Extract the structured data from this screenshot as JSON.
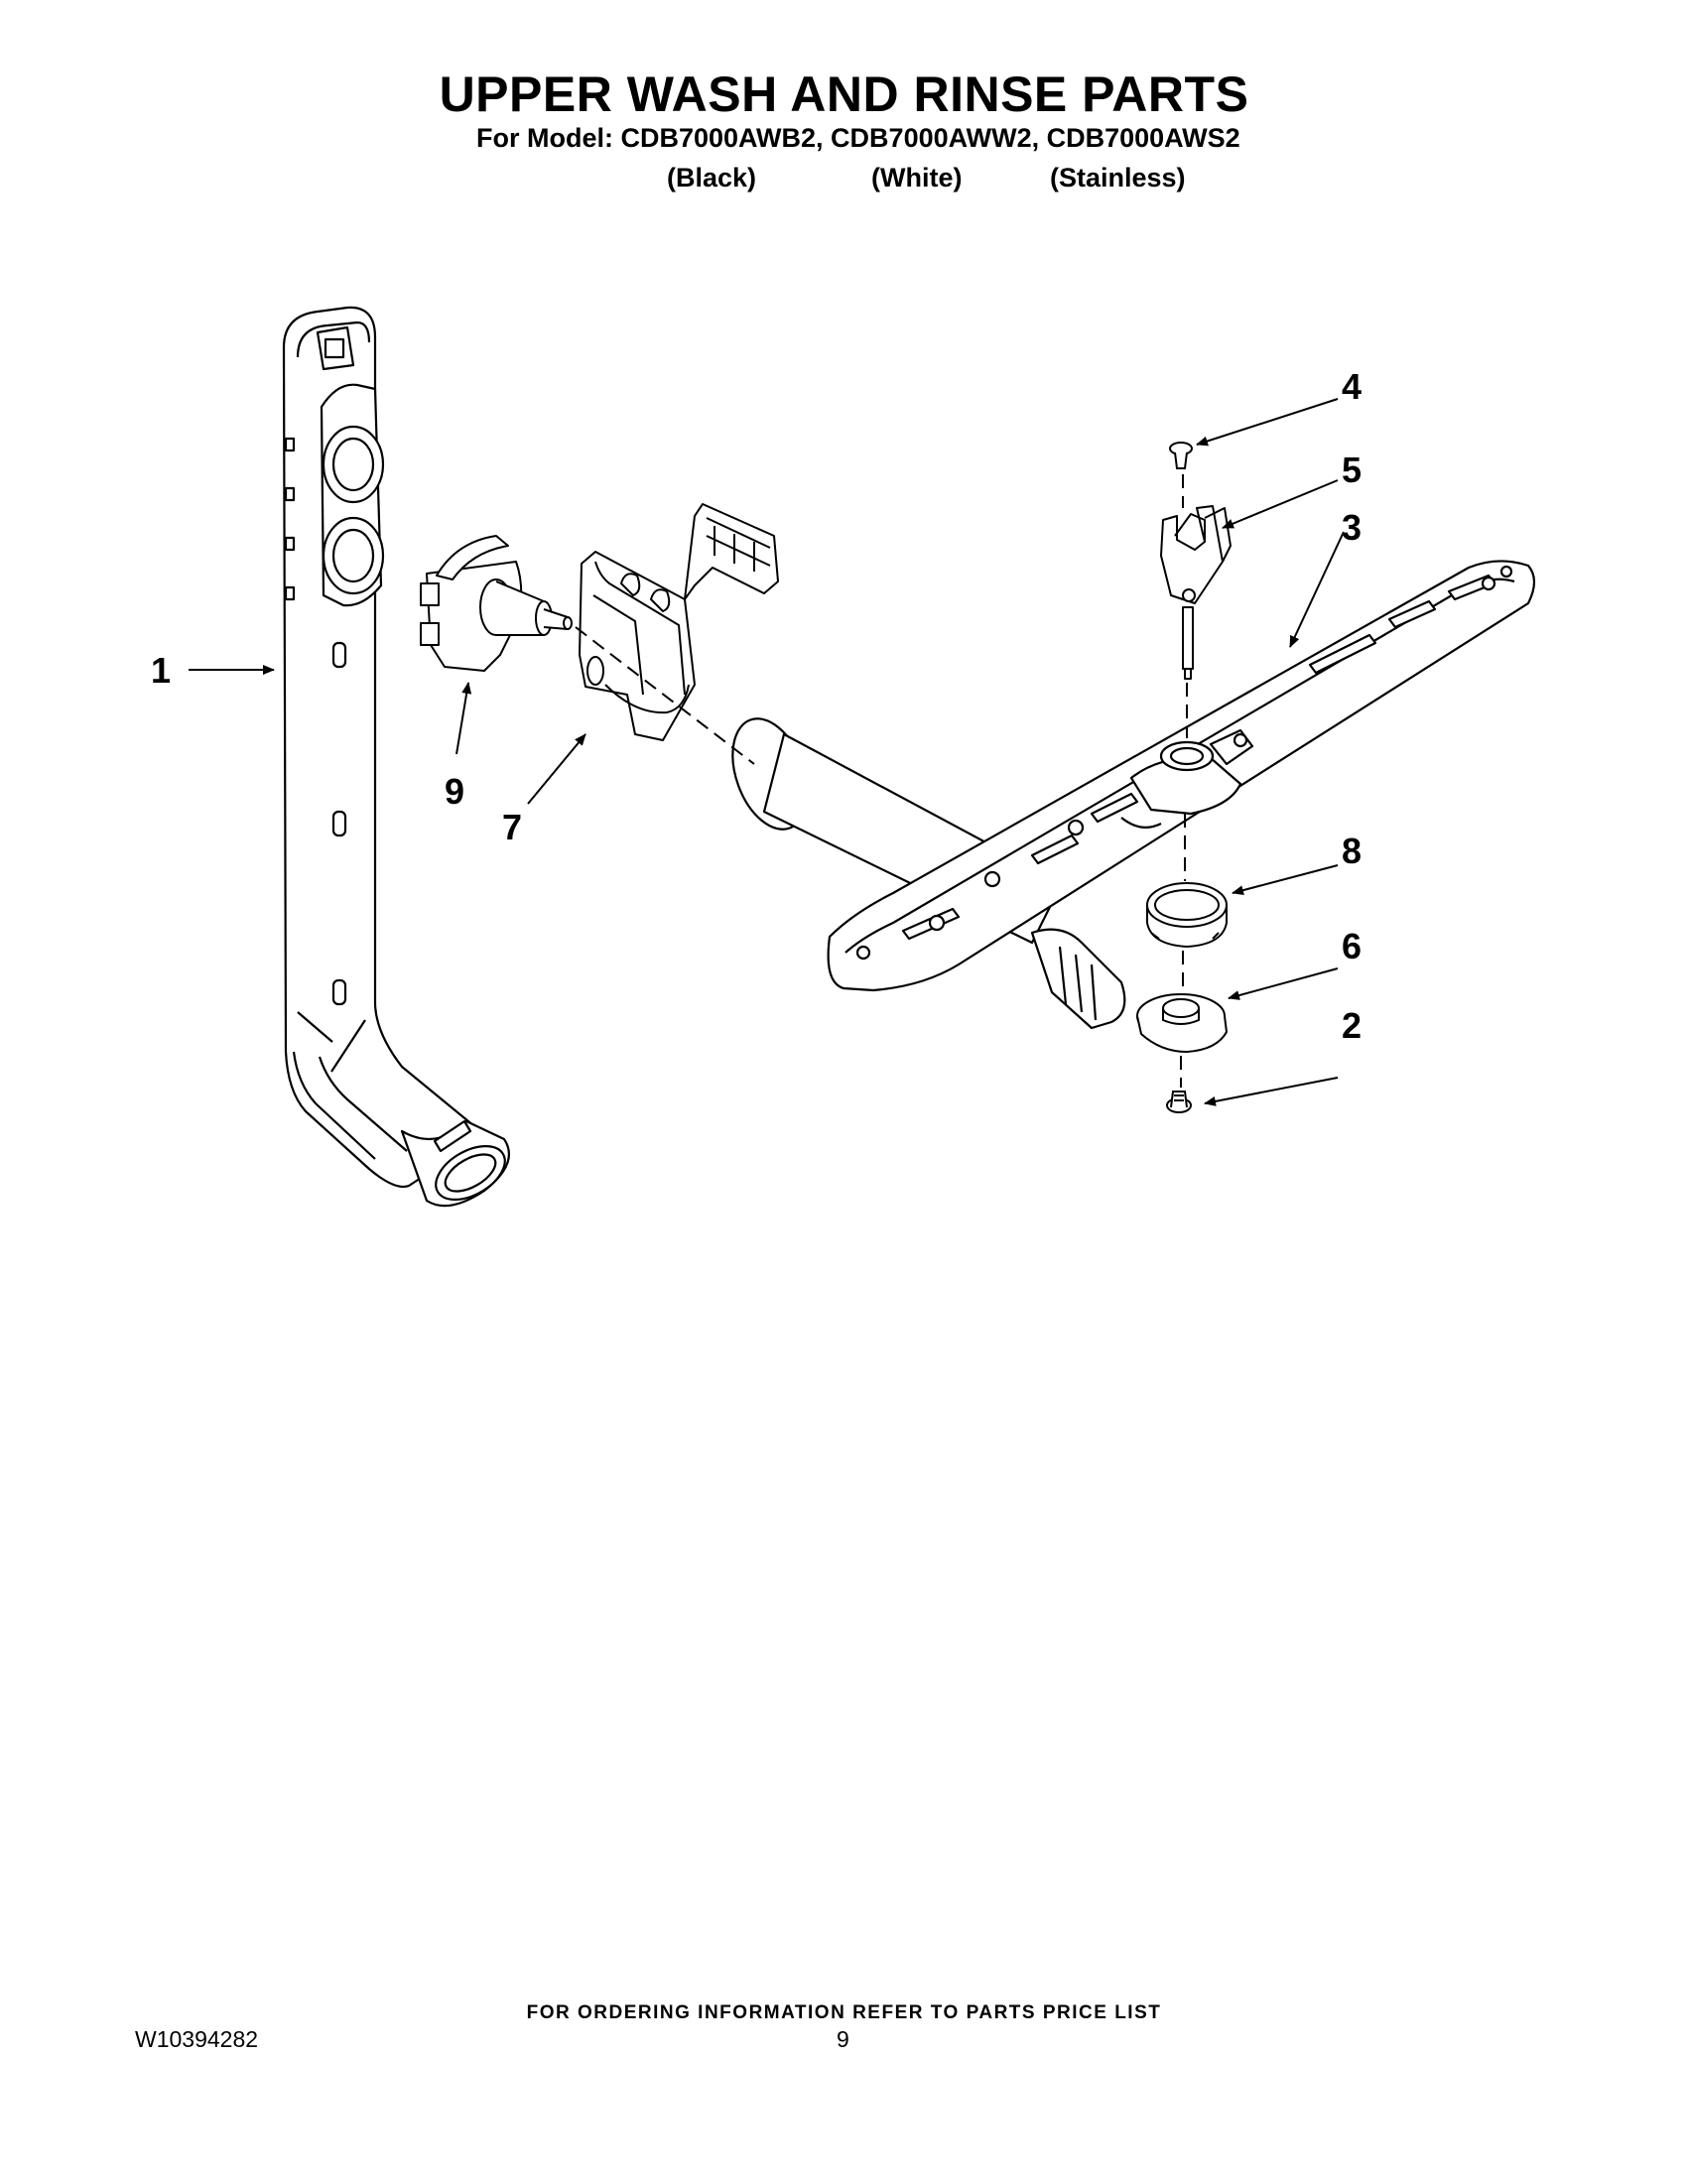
{
  "title": "UPPER WASH AND RINSE PARTS",
  "subtitle": "For Model: CDB7000AWB2, CDB7000AWW2, CDB7000AWS2",
  "variants": [
    "(Black)",
    "(White)",
    "(Stainless)"
  ],
  "callouts": [
    "1",
    "2",
    "3",
    "4",
    "5",
    "6",
    "7",
    "8",
    "9"
  ],
  "footer": {
    "ordering_note": "FOR ORDERING INFORMATION REFER TO PARTS PRICE LIST",
    "doc_number": "W10394282",
    "page_number": "9"
  }
}
